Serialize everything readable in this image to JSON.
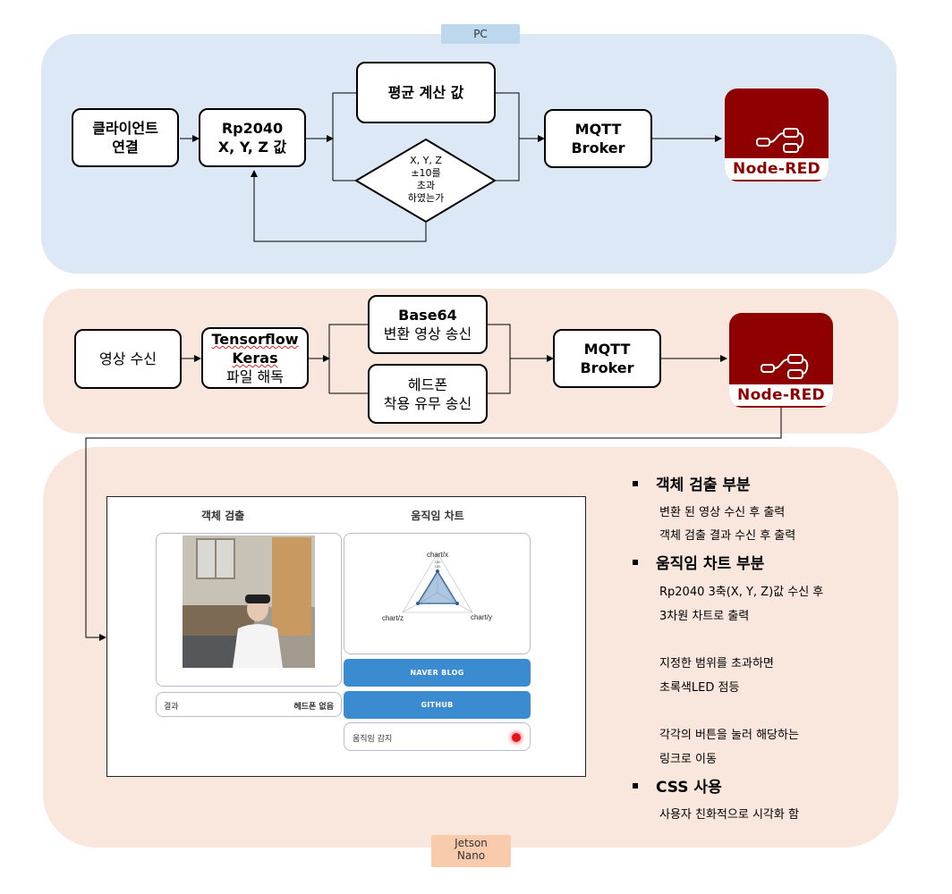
{
  "tags": {
    "pc": "PC",
    "jetson": "Jetson\nNano"
  },
  "pc_flow": {
    "client": [
      "클라이언트",
      "연결"
    ],
    "rp2040": [
      "Rp2040",
      "X, Y, Z 값"
    ],
    "average": "평균 계산 값",
    "condition": [
      "X, Y, Z",
      "±10를",
      "초과",
      "하였는가"
    ],
    "mqtt": [
      "MQTT",
      "Broker"
    ],
    "nodered": "Node-RED"
  },
  "jetson_flow": {
    "video_in": "영상 수신",
    "tf": [
      "Tensorflow",
      "Keras",
      "파일 해독"
    ],
    "base64": [
      "Base64",
      "변환 영상 송신"
    ],
    "headphone": [
      "헤드폰",
      "착용 유무 송신"
    ],
    "mqtt": [
      "MQTT",
      "Broker"
    ],
    "nodered": "Node-RED"
  },
  "dashboard": {
    "object_title": "객체 검출",
    "chart_title": "움직임 차트",
    "result_label": "결과",
    "result_value": "헤드폰 없음",
    "radar_labels": {
      "x": "chart/x",
      "y": "chart/y",
      "z": "chart/z",
      "tick1": "100",
      "tick2": "100"
    },
    "naver_button": "NAVER BLOG",
    "github_button": "GITHUB",
    "motion_label": "움직임 감지",
    "led_color": "#e8121a"
  },
  "bullets": [
    {
      "title": "객체 검출 부분",
      "lines": [
        "변환 된 영상 수신 후 출력",
        "객체 검출 결과 수신 후 출력"
      ]
    },
    {
      "title": "움직임 차트 부분",
      "lines": [
        "Rp2040 3축(X, Y, Z)값 수신 후",
        "3차원 차트로 출력",
        "",
        "지정한 범위를 초과하면",
        "초록색LED 점등",
        "",
        "각각의 버튼을 눌러 해당하는",
        "링크로 이동"
      ]
    },
    {
      "title": "CSS 사용",
      "lines": [
        "사용자 친화적으로 시각화 함"
      ]
    }
  ]
}
